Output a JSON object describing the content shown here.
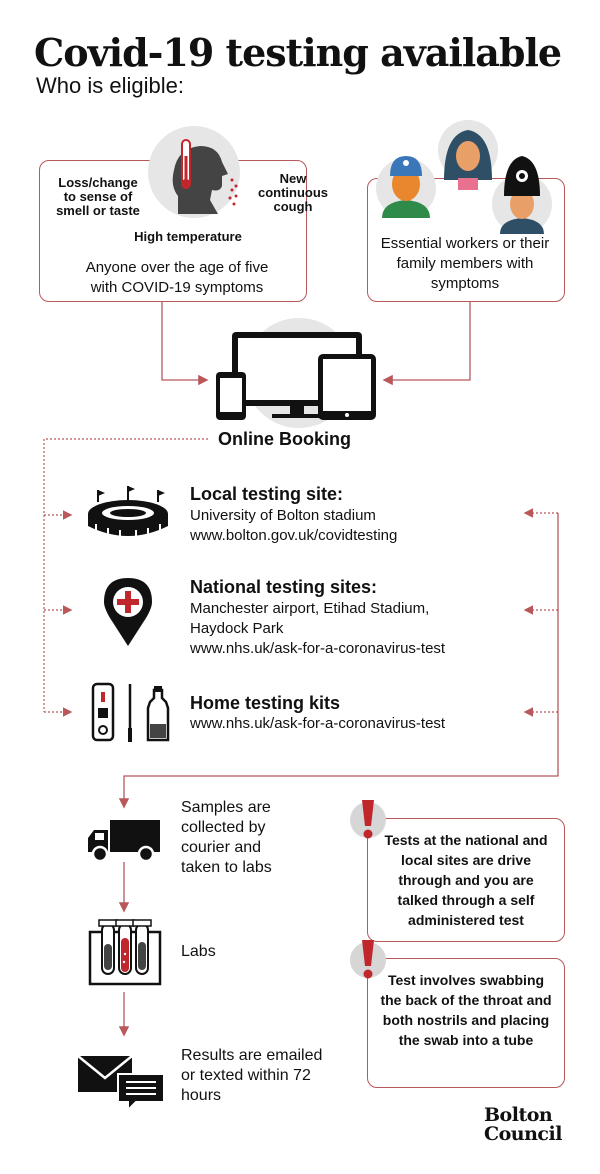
{
  "title": "Covid-19 testing available",
  "subtitle": "Who is eligible:",
  "symptoms": {
    "loss_label": "Loss/change to sense of smell or taste",
    "cough_label": "New continuous cough",
    "temp_label": "High temperature",
    "description": "Anyone over the age of five with COVID-19 symptoms"
  },
  "workers": {
    "description": "Essential workers or their family members with symptoms"
  },
  "booking": {
    "label": "Online Booking"
  },
  "sites": [
    {
      "title": "Local testing site:",
      "lines": [
        "University of Bolton stadium",
        "www.bolton.gov.uk/covidtesting"
      ]
    },
    {
      "title": "National testing sites:",
      "lines": [
        "Manchester airport, Etihad Stadium,",
        "Haydock Park",
        "www.nhs.uk/ask-for-a-coronavirus-test"
      ]
    },
    {
      "title": "Home testing kits",
      "lines": [
        "www.nhs.uk/ask-for-a-coronavirus-test"
      ]
    }
  ],
  "steps": [
    {
      "text": "Samples are collected by courier and taken to labs"
    },
    {
      "text": "Labs"
    },
    {
      "text": "Results are emailed or texted within 72 hours"
    }
  ],
  "notes": [
    {
      "text": "Tests at the national and local sites are drive through and you are talked through a self administered test"
    },
    {
      "text": "Test involves swabbing the back of the throat and both nostrils and placing the swab into a tube"
    }
  ],
  "logo": {
    "line1": "Bolton",
    "line2": "Council"
  },
  "colors": {
    "accent": "#b8585a",
    "red": "#c0272d",
    "dark": "#111111",
    "gray": "#e6e6e6"
  }
}
